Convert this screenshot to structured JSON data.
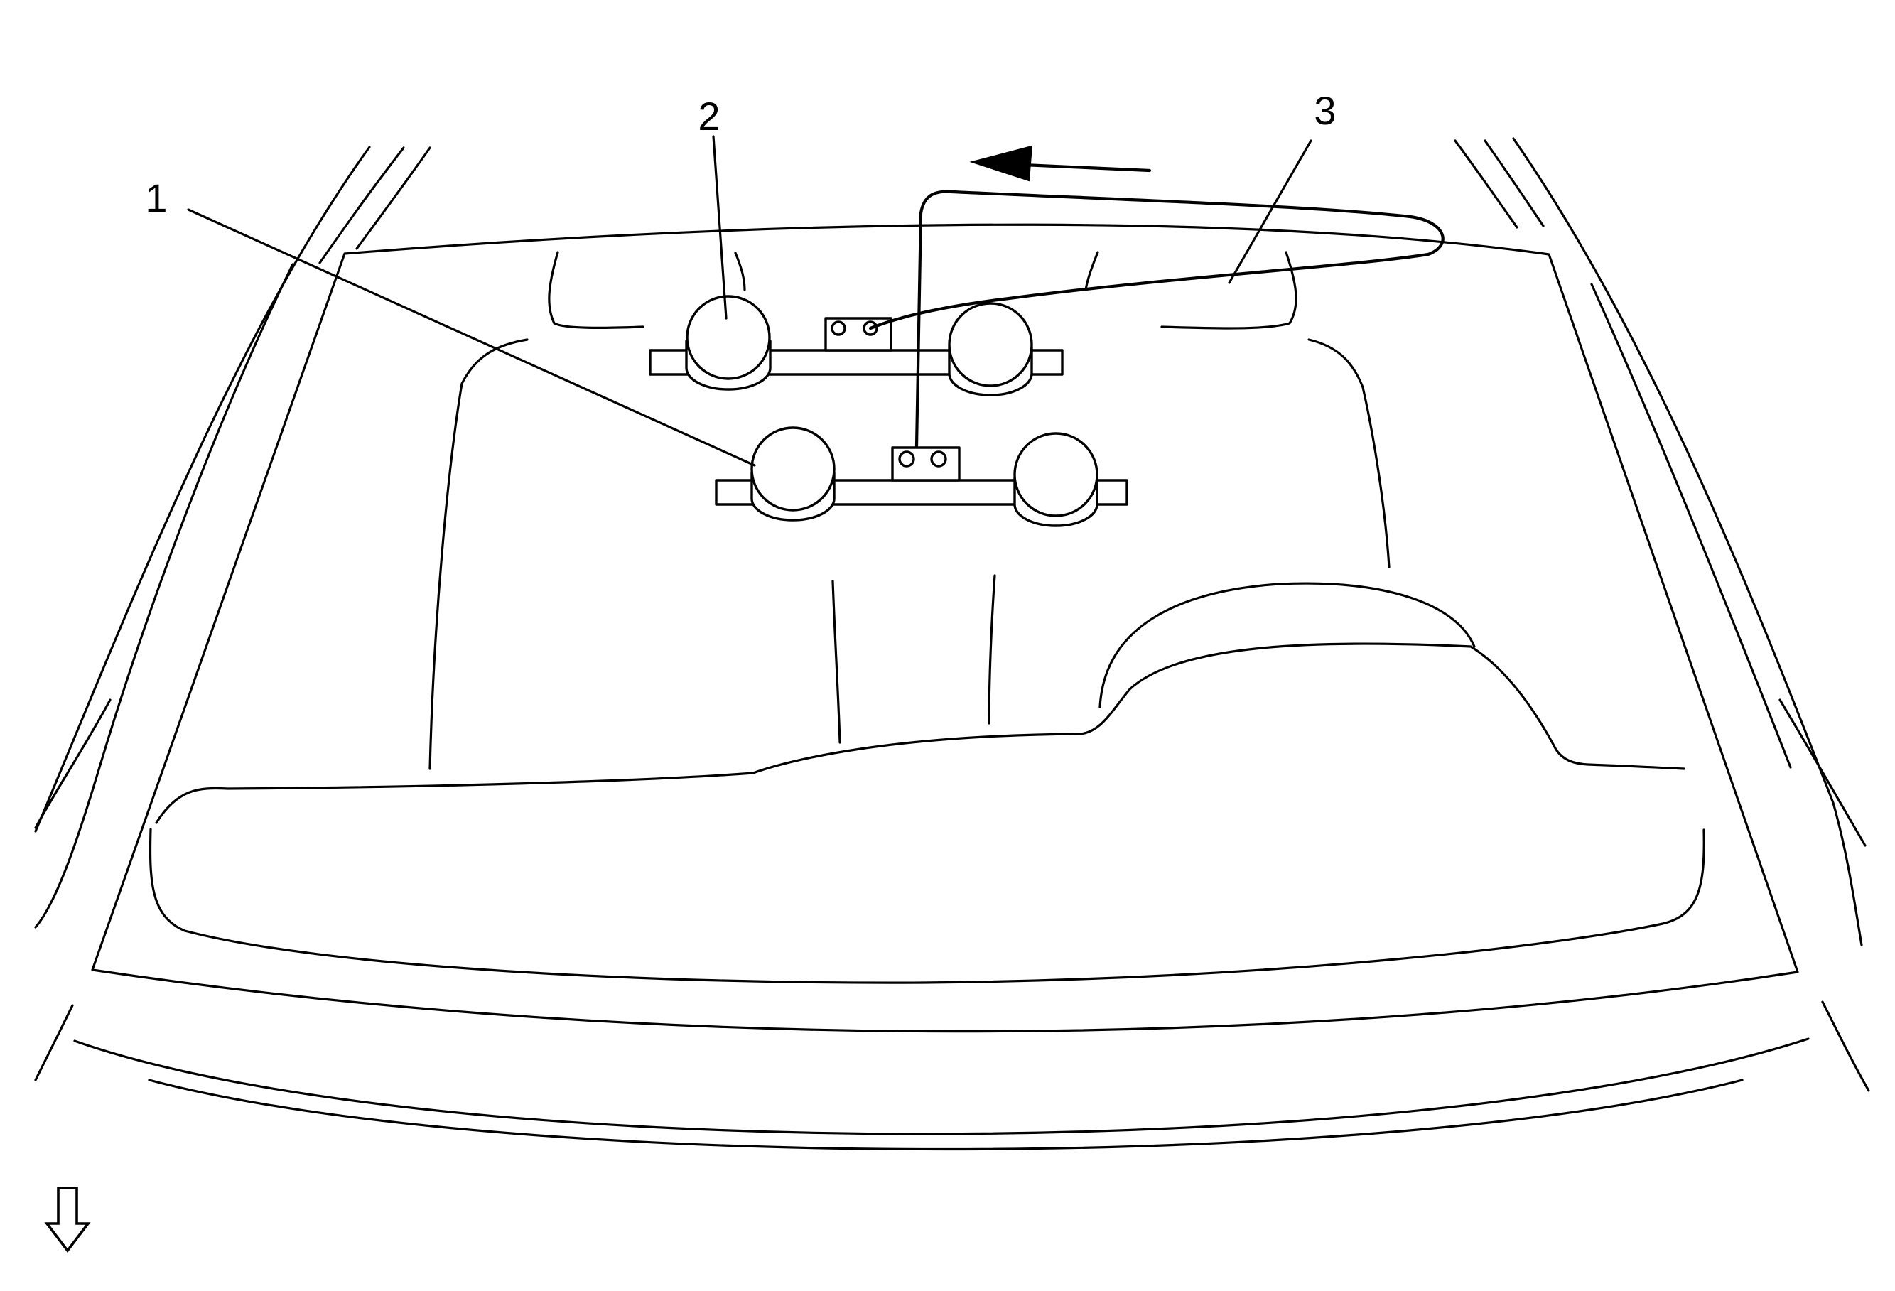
{
  "callouts": [
    {
      "id": "1",
      "label": "1"
    },
    {
      "id": "2",
      "label": "2"
    },
    {
      "id": "3",
      "label": "3"
    }
  ],
  "colors": {
    "line": "#000000",
    "background": "#ffffff"
  },
  "icons": {
    "view_direction": "hollow-down-arrow-icon",
    "cable_direction": "filled-left-arrow-icon"
  }
}
